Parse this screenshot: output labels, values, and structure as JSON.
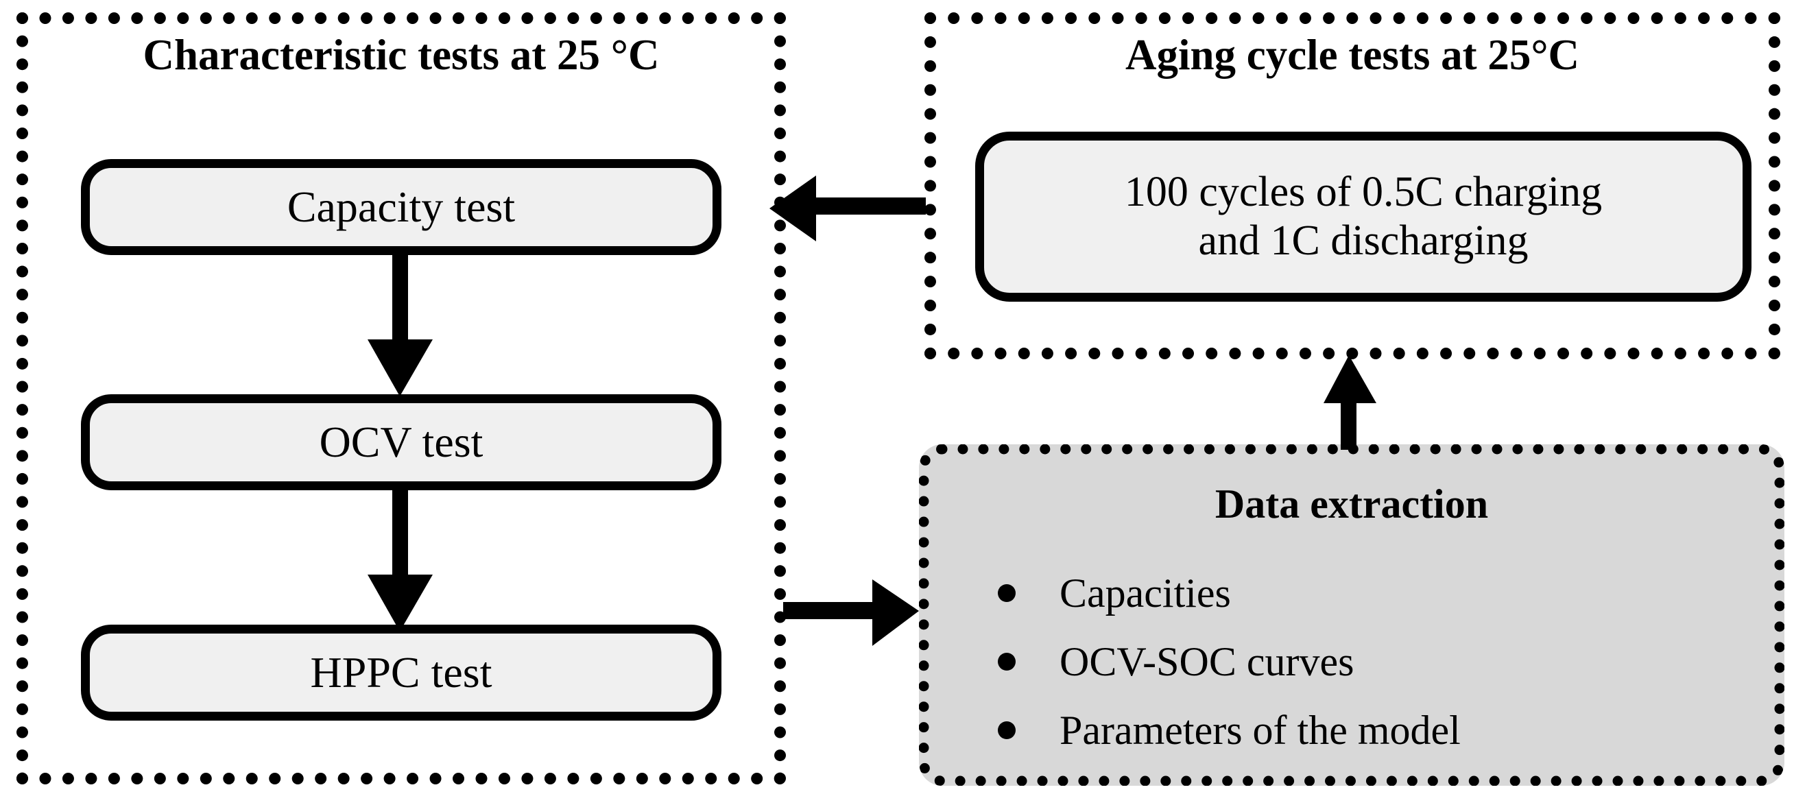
{
  "diagram": {
    "panels": {
      "characteristic": {
        "title": "Characteristic tests at 25 °C",
        "boxes": [
          {
            "label": "Capacity test"
          },
          {
            "label": "OCV test"
          },
          {
            "label": "HPPC test"
          }
        ]
      },
      "aging": {
        "title": "Aging cycle tests at 25°C",
        "box": {
          "line1": "100 cycles of 0.5C charging",
          "line2": "and 1C discharging"
        }
      },
      "data_extraction": {
        "title": "Data extraction",
        "items": [
          "Capacities",
          "OCV-SOC curves",
          "Parameters of the model"
        ]
      }
    },
    "arrows": [
      {
        "name": "capacity-to-ocv",
        "direction": "down"
      },
      {
        "name": "ocv-to-hppc",
        "direction": "down"
      },
      {
        "name": "aging-to-characteristic",
        "direction": "left"
      },
      {
        "name": "characteristic-to-data-extraction",
        "direction": "right"
      },
      {
        "name": "data-extraction-to-aging",
        "direction": "up"
      }
    ],
    "colors": {
      "stroke": "#000000",
      "box_fill": "#f0f0f0",
      "panel_fill": "#d8d8d8",
      "background": "#ffffff"
    }
  }
}
